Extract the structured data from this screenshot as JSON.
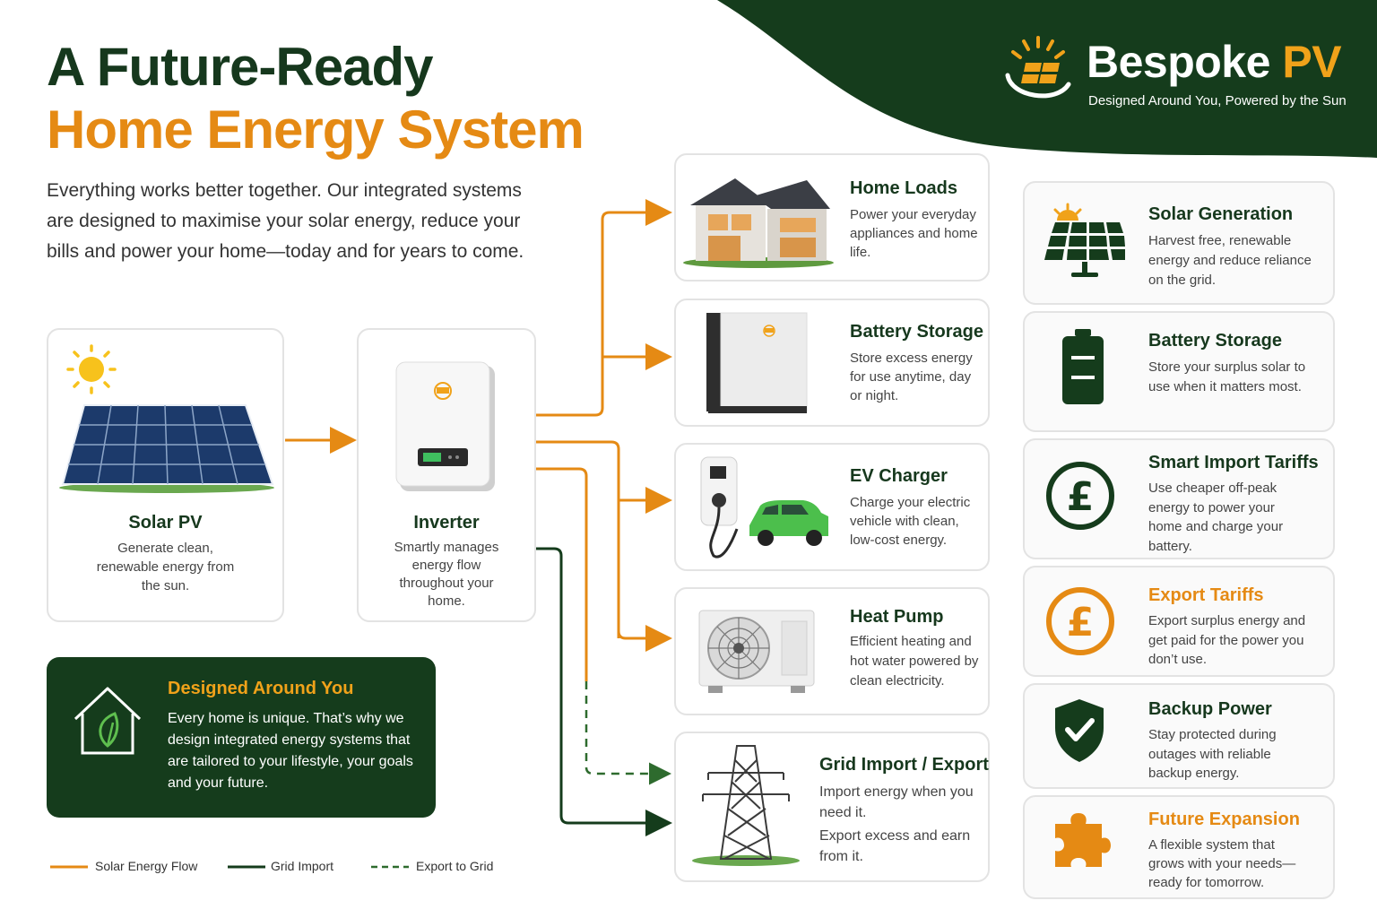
{
  "brand": {
    "name_part1": "Bespoke",
    "name_part2": "PV",
    "tagline": "Designed Around You, Powered by the Sun"
  },
  "headline": {
    "line1": "A Future-Ready",
    "line2": "Home Energy System"
  },
  "intro": "Everything works better together. Our integrated systems are designed to maximise your solar energy, reduce your bills and power your home—today and for years to come.",
  "sources": [
    {
      "title": "Solar PV",
      "desc": "Generate clean, renewable energy from the sun."
    },
    {
      "title": "Inverter",
      "desc": "Smartly manages energy flow throughout your home."
    }
  ],
  "destinations": [
    {
      "title": "Home Loads",
      "desc": "Power your everyday appliances and home life."
    },
    {
      "title": "Battery Storage",
      "desc": "Store excess energy for use anytime, day or night."
    },
    {
      "title": "EV Charger",
      "desc": "Charge your electric vehicle with clean, low-cost energy."
    },
    {
      "title": "Heat Pump",
      "desc": "Efficient heating and hot water powered by clean electricity."
    },
    {
      "title": "Grid Import / Export",
      "desc1": "Import energy when you need it.",
      "desc2": "Export excess and earn from it."
    }
  ],
  "benefits": [
    {
      "title": "Solar Generation",
      "desc": "Harvest free, renewable energy and reduce reliance on the grid.",
      "icon": "solar-panel-icon"
    },
    {
      "title": "Battery Storage",
      "desc": "Store your surplus solar to use when it matters most.",
      "icon": "battery-icon"
    },
    {
      "title": "Smart Import Tariffs",
      "desc": "Use cheaper off-peak energy to power your home and charge your battery.",
      "icon": "pound-icon"
    },
    {
      "title": "Export Tariffs",
      "desc": "Export surplus energy and get paid for the power you don’t use.",
      "icon": "pound-icon"
    },
    {
      "title": "Backup Power",
      "desc": "Stay protected during outages with reliable backup energy.",
      "icon": "shield-check-icon"
    },
    {
      "title": "Future Expansion",
      "desc": "A flexible system that grows with your needs—ready for tomorrow.",
      "icon": "puzzle-icon"
    }
  ],
  "designed_box": {
    "title": "Designed Around You",
    "body": "Every home is unique. That’s why we design integrated energy systems that are tailored to your lifestyle, your goals and your future."
  },
  "legend": [
    {
      "label": "Solar Energy Flow",
      "color": "#e58a14",
      "style": "solid"
    },
    {
      "label": "Grid Import",
      "color": "#153c1c",
      "style": "solid"
    },
    {
      "label": "Export to Grid",
      "color": "#2e6b2e",
      "style": "dashed"
    }
  ],
  "colors": {
    "dark_green": "#153c1c",
    "orange": "#e58a14",
    "gold": "#f0a21a"
  }
}
